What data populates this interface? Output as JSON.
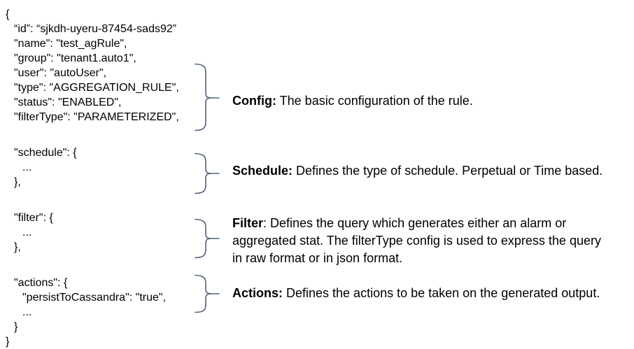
{
  "colors": {
    "background": "#ffffff",
    "text": "#000000",
    "brace": "#51607a"
  },
  "code": {
    "lines": [
      "{",
      "“id”: “sjkdh-uyeru-87454-sads92”",
      "\"name\": \"test_agRule\",",
      "\"group\": \"tenant1.auto1\",",
      "\"user\": \"autoUser\",",
      "\"type\": \"AGGREGATION_RULE\",",
      "\"status\": \"ENABLED\",",
      "\"filterType\": \"PARAMETERIZED\",",
      "\"schedule\": {",
      "...",
      "},",
      "\"filter\": {",
      "...",
      "},",
      "\"actions\": {",
      "\"persistToCassandra\": \"true\",",
      "...",
      "}",
      "}"
    ]
  },
  "annotations": {
    "config": {
      "bold": "Config:",
      "rest": " The basic configuration of the rule."
    },
    "schedule": {
      "bold": "Schedule:",
      "rest": " Defines the type of schedule. Perpetual or Time based."
    },
    "filter": {
      "bold": "Filter",
      "rest": ": Defines the query which generates either an alarm or",
      "line2": "aggregated stat. The filterType config is used to express the query",
      "line3": "in raw format or in json format."
    },
    "actions": {
      "bold": "Actions:",
      "rest": " Defines the actions to be taken on the generated output."
    }
  }
}
